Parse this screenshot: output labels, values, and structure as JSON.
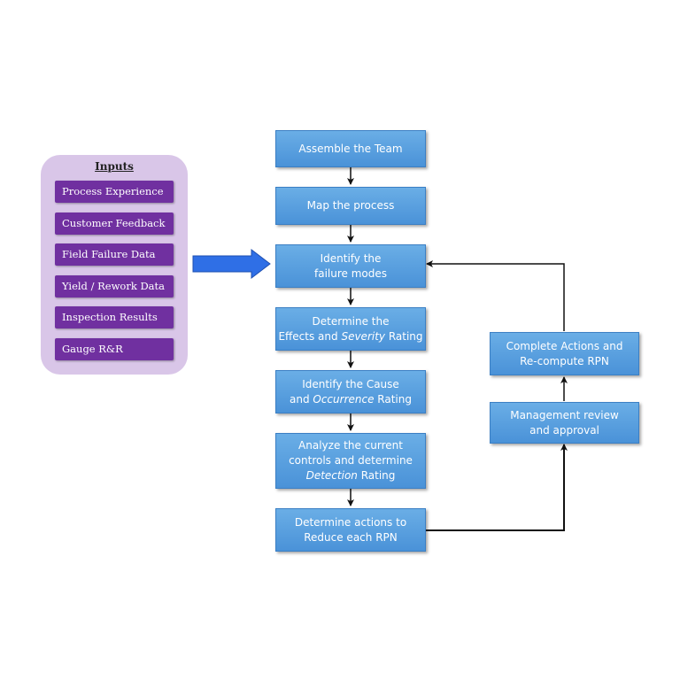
{
  "inputs": {
    "title": "Inputs",
    "items": [
      "Process Experience",
      "Customer Feedback",
      "Field Failure Data",
      "Yield / Rework Data",
      "Inspection Results",
      "Gauge R&R"
    ]
  },
  "steps": {
    "assemble_team": "Assemble the Team",
    "map_process": "Map the process",
    "identify_failure": {
      "line1": "Identify the",
      "line2": "failure modes"
    },
    "effects": {
      "line1": "Determine the",
      "line2_pre": "Effects and ",
      "line2_em": "Severity",
      "line2_post": " Rating"
    },
    "cause": {
      "line1": "Identify the Cause",
      "line2_pre": "and ",
      "line2_em": "Occurrence",
      "line2_post": " Rating"
    },
    "controls": {
      "line1": "Analyze the current",
      "line2": "controls and determine",
      "line3_em": "Detection",
      "line3_post": " Rating"
    },
    "actions": {
      "line1": "Determine actions to",
      "line2": "Reduce each RPN"
    },
    "management": {
      "line1": "Management review",
      "line2": "and approval"
    },
    "complete": {
      "line1": "Complete Actions and",
      "line2": "Re-compute RPN"
    }
  },
  "colors": {
    "step_fill": "#5b9fe0",
    "input_fill": "#7030a0",
    "panel_fill": "#d9c6e8",
    "big_arrow": "#2f6fe6"
  }
}
